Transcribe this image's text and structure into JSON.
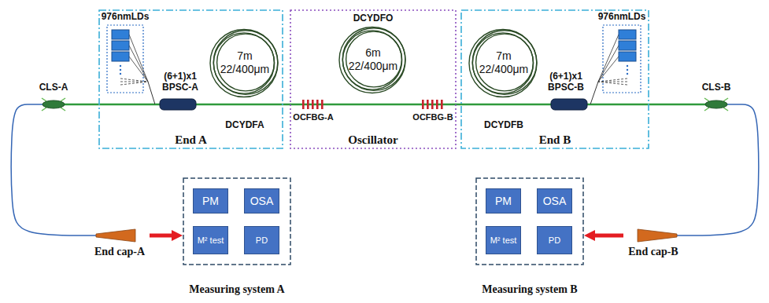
{
  "diagram": {
    "nodes": [
      {
        "text": [
          "End A"
        ]
      },
      {
        "text": [
          "976nmLDs"
        ],
        "in": 0
      },
      {
        "text": [
          "(6+1)x1 BPSC-A"
        ],
        "in": 0
      },
      {
        "text": [
          "7m 22/400μm",
          "DCYDFA"
        ],
        "in": 0
      },
      {
        "text": [
          "Oscillator"
        ]
      },
      {
        "text": [
          "DCYDFO",
          "6m 22/400μm"
        ],
        "in": 4
      },
      {
        "text": [
          "OCFBG-A"
        ],
        "in": 4
      },
      {
        "text": [
          "OCFBG-B"
        ],
        "in": 4
      },
      {
        "text": [
          "End B"
        ]
      },
      {
        "text": [
          "7m 22/400μm",
          "DCYDFB"
        ],
        "in": 8
      },
      {
        "text": [
          "(6+1)x1 BPSC-B"
        ],
        "in": 8
      },
      {
        "text": [
          "976nmLDs"
        ],
        "in": 8
      },
      {
        "text": [
          "CLS-A"
        ]
      },
      {
        "text": [
          "CLS-B"
        ]
      },
      {
        "text": [
          "End cap-A"
        ]
      },
      {
        "text": [
          "End cap-B"
        ]
      },
      {
        "text": [
          "Measuring system A"
        ]
      },
      {
        "text": [
          "PM"
        ],
        "in": 16
      },
      {
        "text": [
          "OSA"
        ],
        "in": 16
      },
      {
        "text": [
          "M² test"
        ],
        "in": 16
      },
      {
        "text": [
          "PD"
        ],
        "in": 16
      },
      {
        "text": [
          "Measuring system B"
        ]
      },
      {
        "text": [
          "PM"
        ],
        "in": 21
      },
      {
        "text": [
          "OSA"
        ],
        "in": 21
      },
      {
        "text": [
          "M² test"
        ],
        "in": 21
      },
      {
        "text": [
          "PD"
        ],
        "in": 21
      }
    ],
    "edges": [
      {
        "from": 12,
        "to": 2,
        "arrow": "none"
      },
      {
        "from": 1,
        "to": 2,
        "arrow": "none"
      },
      {
        "from": 2,
        "to": 3,
        "arrow": "none"
      },
      {
        "from": 3,
        "to": 6,
        "arrow": "none"
      },
      {
        "from": 6,
        "to": 5,
        "arrow": "none"
      },
      {
        "from": 5,
        "to": 7,
        "arrow": "none"
      },
      {
        "from": 7,
        "to": 9,
        "arrow": "none"
      },
      {
        "from": 9,
        "to": 10,
        "arrow": "none"
      },
      {
        "from": 10,
        "to": 13,
        "arrow": "none"
      },
      {
        "from": 11,
        "to": 10,
        "arrow": "none"
      },
      {
        "from": 12,
        "to": 14,
        "arrow": "none"
      },
      {
        "from": 13,
        "to": 15,
        "arrow": "none"
      },
      {
        "from": 14,
        "to": 16,
        "arrow": "to"
      },
      {
        "from": 15,
        "to": 21,
        "arrow": "to"
      }
    ]
  }
}
